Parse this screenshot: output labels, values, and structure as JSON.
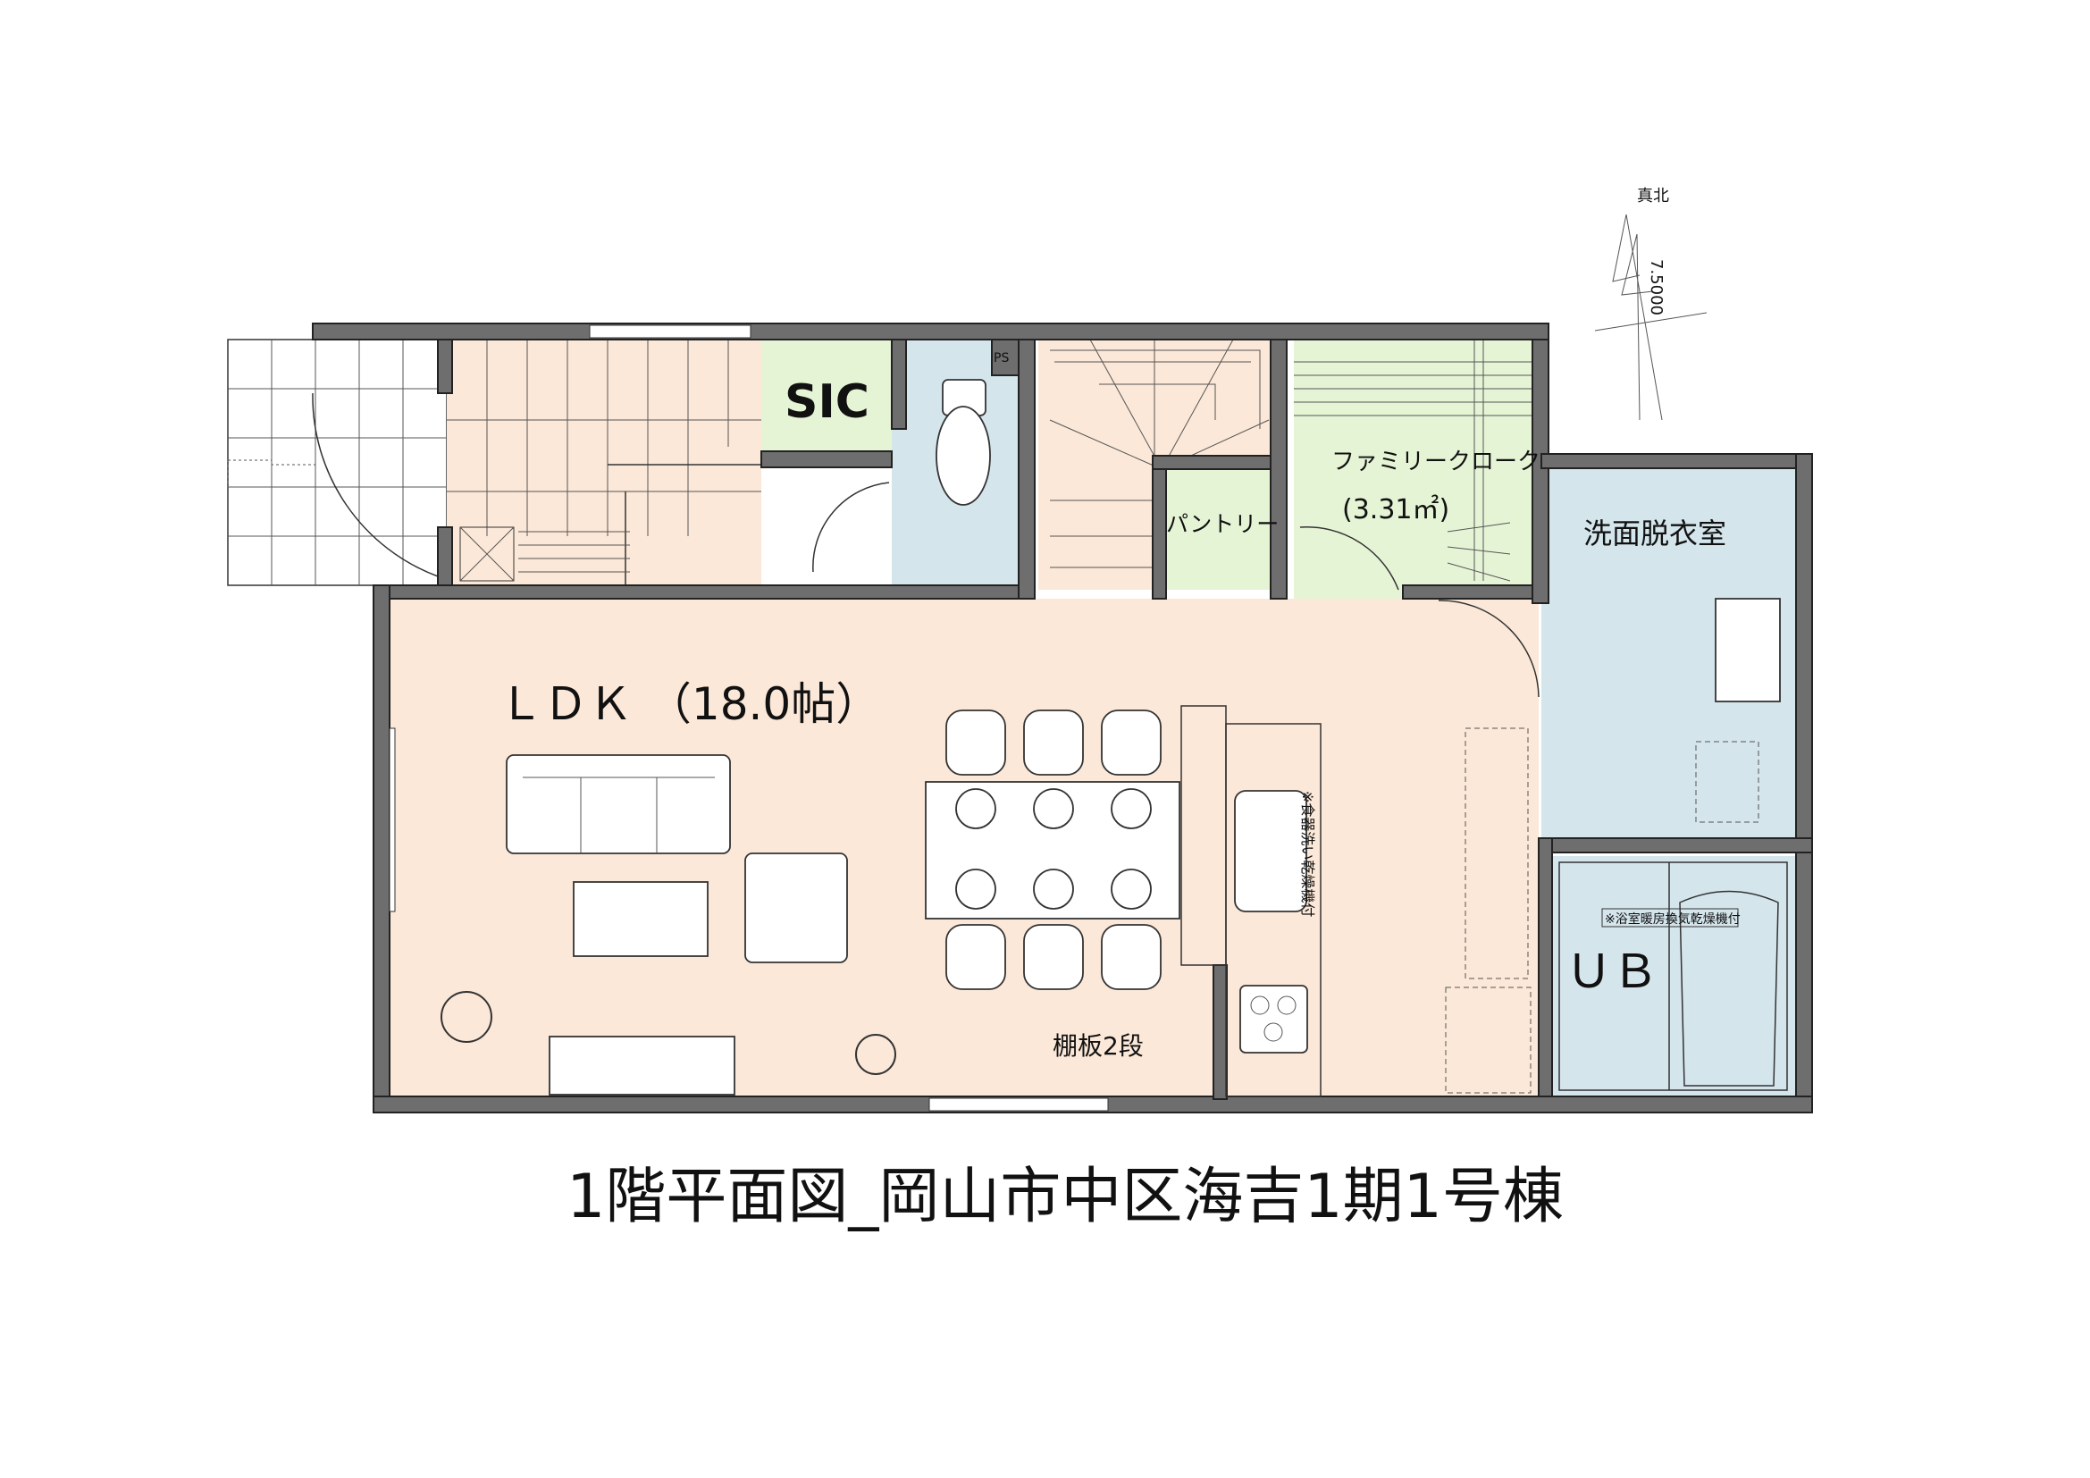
{
  "title": "1階平面図_岡山市中区海吉1期1号棟",
  "north": {
    "label": "真北",
    "angle": "7.5000"
  },
  "rooms": {
    "ldk": "ＬＤＫ （18.0帖）",
    "sic": "SIC",
    "family_closet": "ファミリークローク",
    "family_closet_area": "(3.31㎡)",
    "pantry": "パントリー",
    "washroom": "洗面脱衣室",
    "ub": "ＵＢ",
    "ps": "PS"
  },
  "notes": {
    "shelf": "棚板2段",
    "dishwasher": "※食器洗い乾燥機付",
    "bath_dryer": "※浴室暖房換気乾燥機付"
  },
  "colors": {
    "hall": "#fbe8d8",
    "storage": "#e6f4d6",
    "wet": "#d4e5ec",
    "wall": "#6e6e6e"
  }
}
